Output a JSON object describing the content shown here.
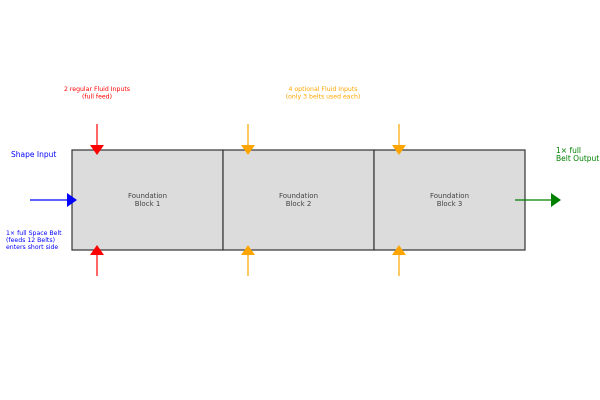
{
  "colors": {
    "block_fill": "#dcdcdc",
    "block_stroke": "#333333",
    "regular_fluid": "#ff0000",
    "optional_fluid": "#ffa500",
    "shape_input": "#0000ff",
    "belt_output": "#008000"
  },
  "annotations": {
    "regular_fluid": {
      "line1": "2 regular Fluid Inputs",
      "line2": "(full feed)"
    },
    "optional_fluid": {
      "line1": "4 optional Fluid Inputs",
      "line2": "(only 3 belts used each)"
    },
    "shape_input": {
      "title": "Shape Input",
      "line1": "1× full Space Belt",
      "line2": "(feeds 12 Belts)",
      "line3": "enters short side"
    },
    "belt_output": {
      "line1": "1× full",
      "line2": "Belt Output"
    }
  },
  "blocks": [
    {
      "line1": "Foundation",
      "line2": "Block 1"
    },
    {
      "line1": "Foundation",
      "line2": "Block 2"
    },
    {
      "line1": "Foundation",
      "line2": "Block 3"
    }
  ]
}
